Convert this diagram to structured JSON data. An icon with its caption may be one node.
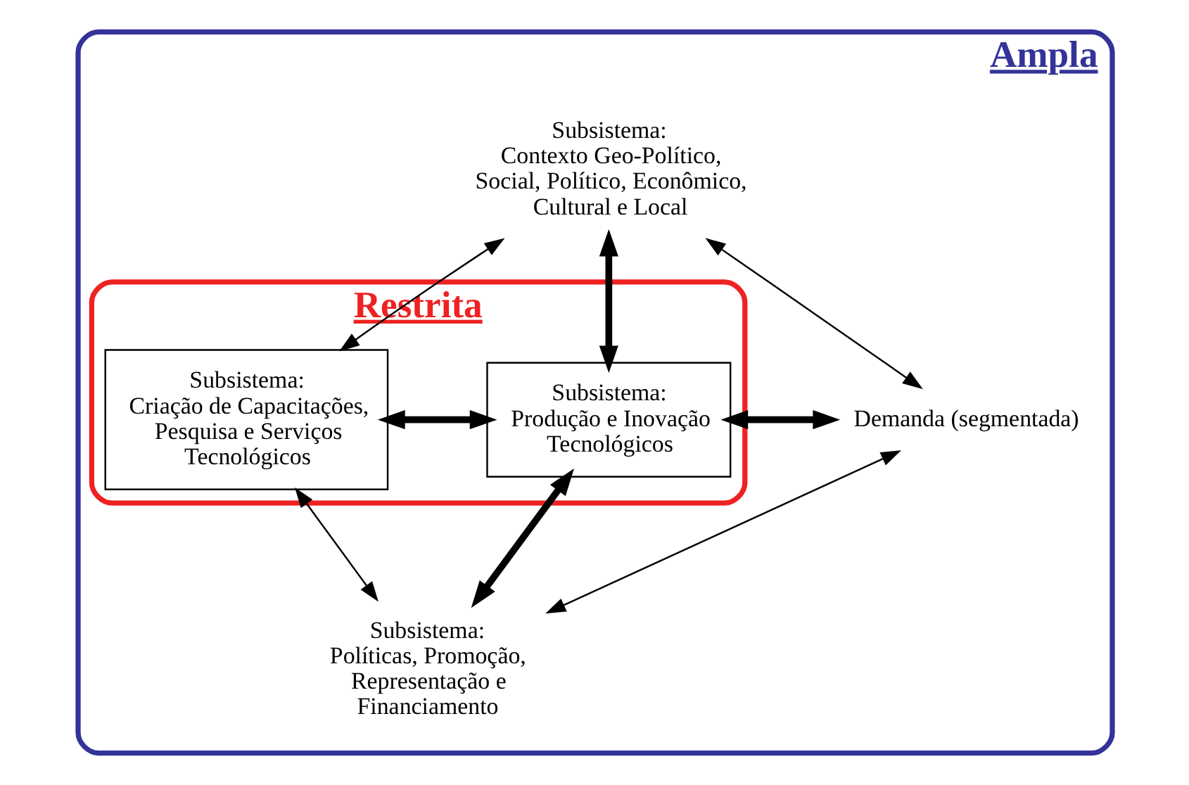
{
  "diagram": {
    "nodes": [
      {
        "text": [
          "Ampla"
        ]
      },
      {
        "text": [
          "Restrita"
        ],
        "in": 0
      },
      {
        "text": [
          "Subsistema:",
          "Contexto Geo-Político, Social, Político, Econômico, Cultural e Local"
        ],
        "in": 0
      },
      {
        "text": [
          "Subsistema:",
          "Criação de Capacitações, Pesquisa e Serviços Tecnológicos"
        ],
        "in": 1
      },
      {
        "text": [
          "Subsistema:",
          "Produção e Inovação Tecnológicos"
        ],
        "in": 1
      },
      {
        "text": [
          "Demanda (segmentada)"
        ],
        "in": 0
      },
      {
        "text": [
          "Subsistema:",
          "Políticas, Promoção, Representação e Financiamento"
        ],
        "in": 0
      }
    ],
    "edges": [
      {
        "from": 2,
        "to": 3,
        "arrow": "both"
      },
      {
        "from": 2,
        "to": 4,
        "arrow": "both",
        "style": "thick"
      },
      {
        "from": 2,
        "to": 5,
        "arrow": "both"
      },
      {
        "from": 3,
        "to": 4,
        "arrow": "both",
        "style": "thick"
      },
      {
        "from": 4,
        "to": 5,
        "arrow": "both",
        "style": "thick"
      },
      {
        "from": 3,
        "to": 6,
        "arrow": "both"
      },
      {
        "from": 4,
        "to": 6,
        "arrow": "both",
        "style": "thick"
      },
      {
        "from": 6,
        "to": 5,
        "arrow": "both"
      }
    ]
  }
}
